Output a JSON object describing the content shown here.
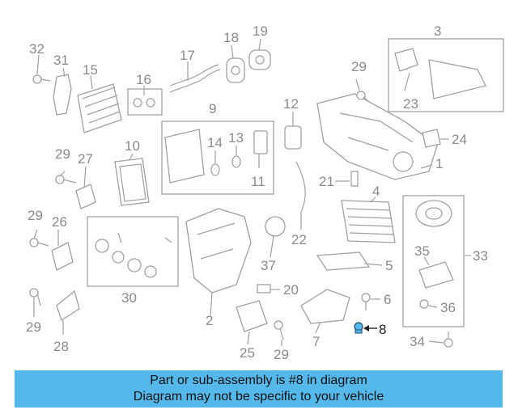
{
  "banner": {
    "line1": "Part or sub-assembly is #8 in diagram",
    "line2": "Diagram may not be specific to your vehicle"
  },
  "highlight_color": "#55b8ea",
  "highlighted_part": "8",
  "labels": {
    "p1": "1",
    "p2": "2",
    "p3": "3",
    "p4": "4",
    "p5": "5",
    "p6": "6",
    "p7": "7",
    "p8": "8",
    "p9": "9",
    "p10": "10",
    "p11": "11",
    "p12": "12",
    "p13": "13",
    "p14": "14",
    "p15": "15",
    "p16": "16",
    "p17": "17",
    "p18": "18",
    "p19": "19",
    "p20": "20",
    "p21": "21",
    "p22": "22",
    "p23": "23",
    "p24": "24",
    "p25": "25",
    "p26": "26",
    "p27": "27",
    "p28": "28",
    "p29a": "29",
    "p29b": "29",
    "p29c": "29",
    "p29d": "29",
    "p29e": "29",
    "p30": "30",
    "p31": "31",
    "p32": "32",
    "p33": "33",
    "p34": "34",
    "p35": "35",
    "p36": "36",
    "p37": "37"
  }
}
